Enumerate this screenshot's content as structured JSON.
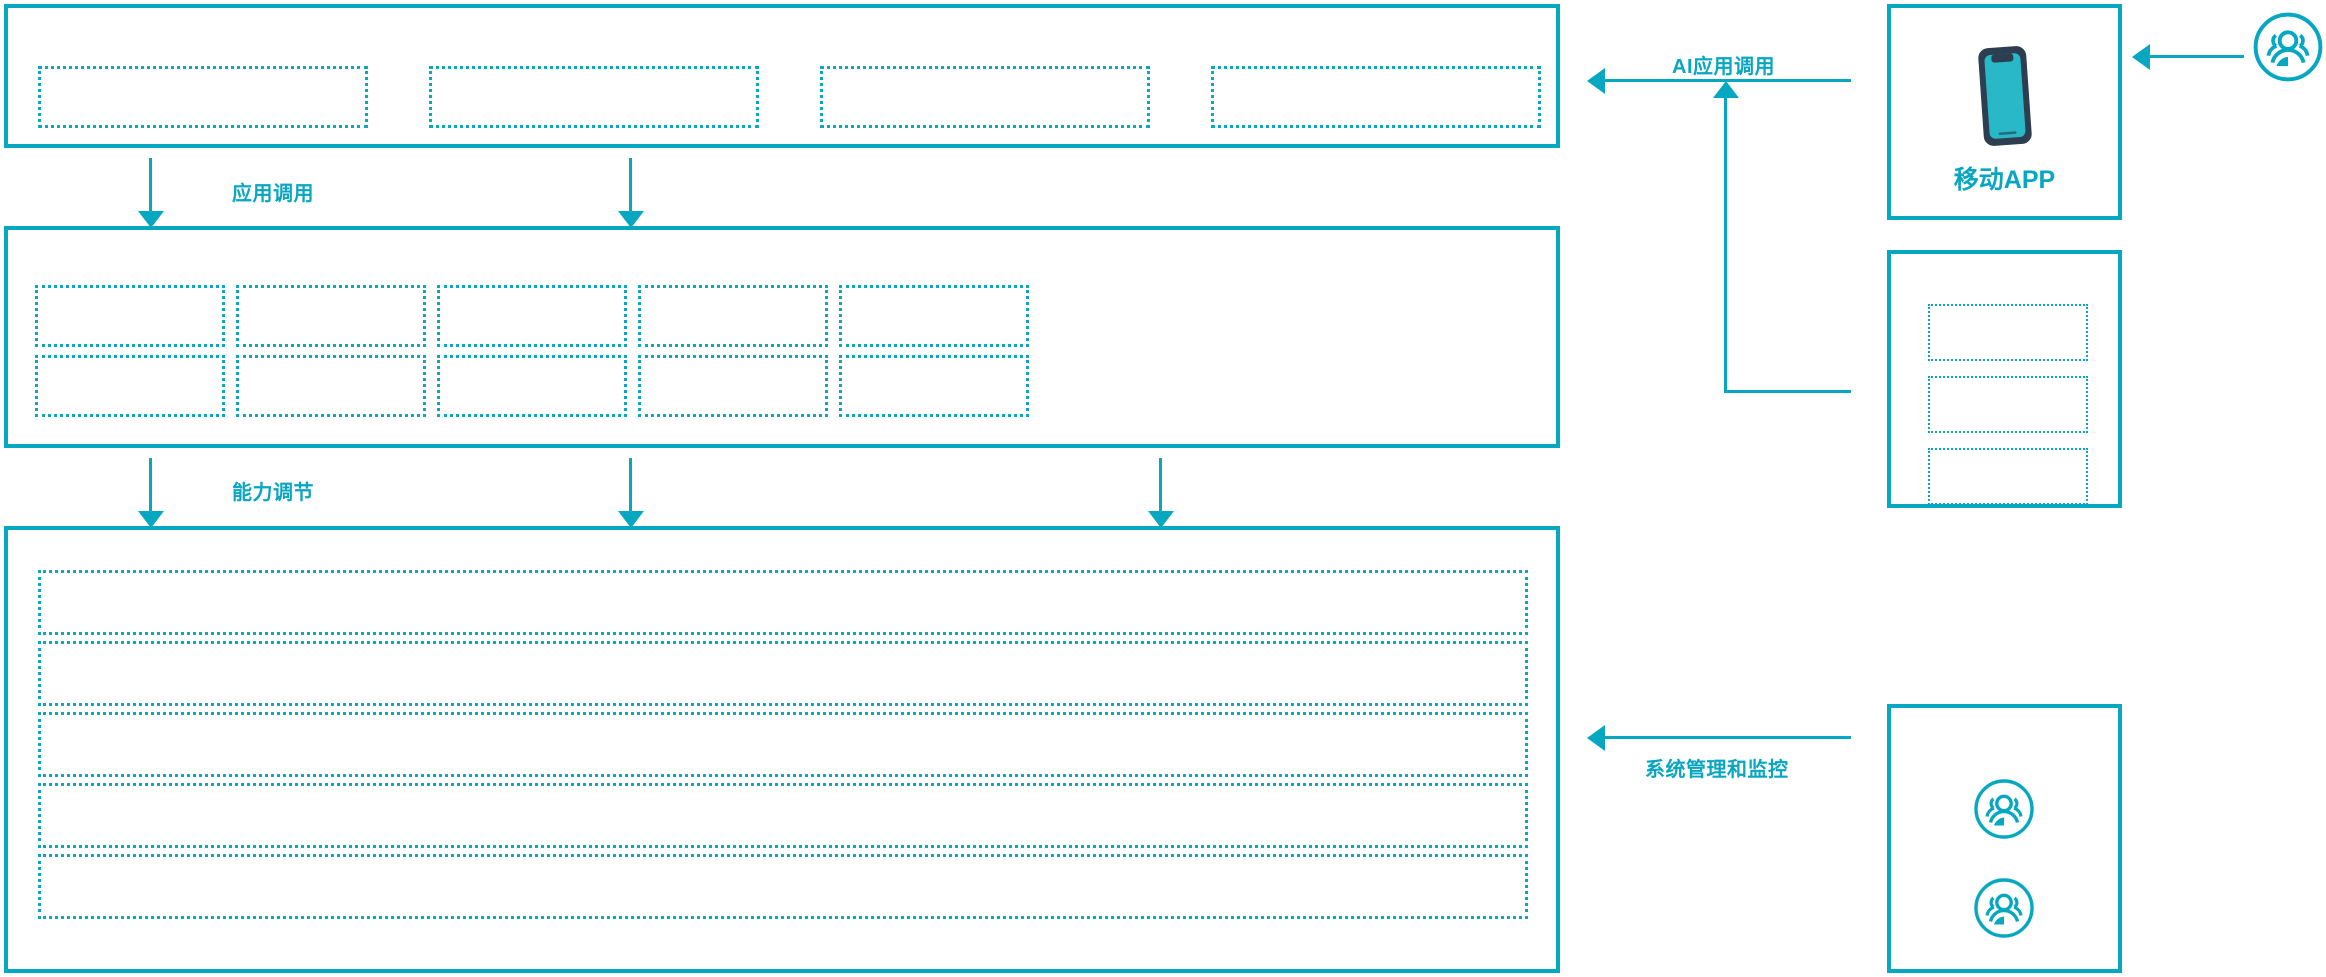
{
  "diagram": {
    "colors": {
      "accent": "#06a7c0",
      "accent_light": "#29b8c8",
      "phone_frame": "#2d3e50",
      "background": "#ffffff"
    },
    "flow_labels": {
      "app_invoke": "应用调用",
      "capability_invoke": "能力调节",
      "ai_app_invoke": "AI应用调用",
      "system_mgmt_monitor": "系统管理和监控"
    },
    "nodes": {
      "mobile_app": "移动APP"
    },
    "layers": {
      "application_layer": {
        "slot_count": 4,
        "slots": [
          "",
          "",
          "",
          ""
        ]
      },
      "capability_layer": {
        "slot_count": 10,
        "slots": [
          "",
          "",
          "",
          "",
          "",
          "",
          "",
          "",
          "",
          ""
        ]
      },
      "platform_layer": {
        "slot_count": 5,
        "slots": [
          "",
          "",
          "",
          "",
          ""
        ]
      }
    },
    "right_column": {
      "mobile_app_card": {
        "label": "移动APP",
        "icon": "mobile-phone-icon"
      },
      "service_card": {
        "slot_count": 3,
        "slots": [
          "",
          "",
          ""
        ]
      },
      "users_card": {
        "icon_count": 2,
        "icons": [
          "users-group-icon",
          "users-group-icon"
        ]
      }
    },
    "external_actor": {
      "icon": "users-group-icon"
    }
  }
}
